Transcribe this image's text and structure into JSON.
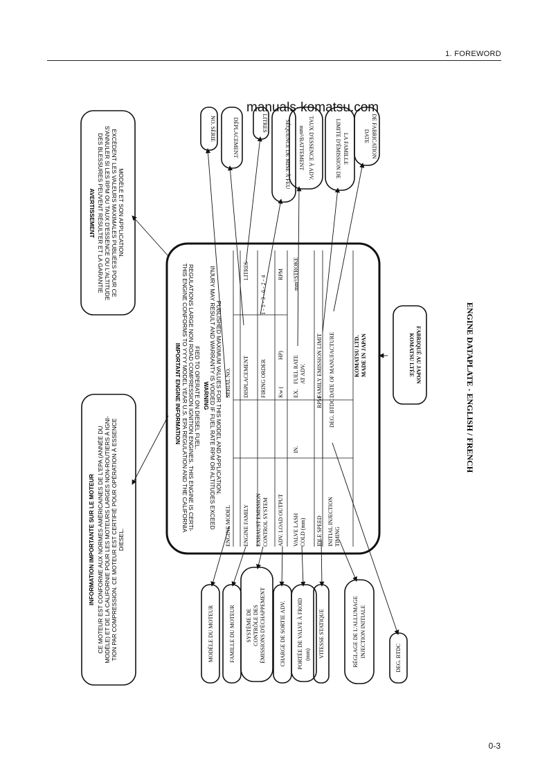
{
  "header": {
    "section": "1. FOREWORD"
  },
  "watermark": "manuals-komatsu.com",
  "page_number": "0-3",
  "figure_title": "ENGINE DATAPLATE - ENGLISH / FRENCH",
  "plate": {
    "title": "IMPORTANT ENGINE INFORMATION",
    "conformity": [
      "THIS ENGINE CONFORMS TO YYYY MODEL YEAR U.S. EPA REGULATION AND THE CALIFORNIA",
      "REGULATIONS LARGE NON ROAD COMPRESSION IGNITION ENGINES. THIS ENGINE IS CERTI-",
      "FIED TO OPERATE ON DIESEL FUEL."
    ],
    "warning_title": "WARNING",
    "warning": [
      "INJURY MAY RESULT AND WARRANTY IS VOIDED IF FUEL RATE RPM OR ALTITUDES EXCEED",
      "PUBLISHED MAXIMUM VALUES FOR THIS MODEL AND APPLICATION."
    ],
    "engine_model": "ENGINE MODEL",
    "serial_no": "SERIAL NO.",
    "engine_family": "ENGINE FAMILY",
    "displacement": "DISPLACEMENT",
    "litres": "LITRES",
    "exhaust_1": "EXHAUST EMISSION",
    "exhaust_2": "CONTROL SYSTEM",
    "firing_order": "FIRING ORDER",
    "firing_values": "1 - 5 - 3 - 6 - 2 - 4",
    "adv_load": "ADV. LOAD OUTPUT",
    "kw": "Kw  (",
    "hp": "HP)",
    "rpm": "RPM",
    "valve_lash_1": "VALVE LASH",
    "valve_lash_2": "COLD (mm)",
    "in": "IN.",
    "ex": "EX.",
    "fuel_rate_1": "FUEL RATE",
    "fuel_rate_2": "AT ADV.",
    "mm3": "mm³/STROKE",
    "idle_speed": "IDLE SPEED",
    "rpm2": "RPM",
    "family_limit": "FAMILY EMISSION LIMIT",
    "initial_inj_1": "INITIAL INJECTION",
    "initial_inj_2": "TIMING",
    "deg_btdc": "DEG. BTDC",
    "date_mfr": "DATE OF MANUFACTURE",
    "komatsu": "KOMATSU LTD.",
    "made_in": "MADE IN JAPAN"
  },
  "callouts": {
    "info_fr_title": "INFORMATION IMPORTANTE SUR LE MOTEUR",
    "info_fr": [
      "CE MOTEUR EST CONFORME AUX NORMES AMÉRICAINES DE L'EPA (ANNÉE DU",
      "MODÈLE) ET DE LA CALIFORNIE POUR LES MOTEURS LARGES NON-ROUTIERS À IGNI-",
      "TION PAR COMPRESSION.  CE MOTEUR EST CERTIFIÉ POUR OPÉRATION À ESSENCE",
      "DIESEL."
    ],
    "warn_fr_title": "AVERTISSEMENT",
    "warn_fr": [
      "DES BLESSURES PEUVENT RÉSULTER ET LA GARANTIE",
      "S'ANNULER SI LES RPM OU TAUX D'ESSENCE OU L'ALTITUDE",
      "EXCÈDENT LES VALEURS MAXIMALES PUBLIÉES POUR CE",
      "MODÈLE ET SON APPLICATION."
    ],
    "komatsu_fr_1": "KOMATSU LTÉE",
    "komatsu_fr_2": "FABRIQUÉ AU JAPON",
    "no_serie": "NO. SÉRIE",
    "deplacement": "DÉPLACEMENT",
    "litres": "LITRES",
    "sequence": "SÉQUENCE DE MISE À FEU",
    "taux_1": "mm³/BATTEMENT",
    "taux_2": "TAUX D'ESSENCE  À ADV.",
    "limite_1": "LIMITE D'ÉMISSION DE",
    "limite_2": "LA FAMILLE",
    "date_1": "DATE",
    "date_2": "DE FABRICATION",
    "modele": "MODÈLE DU MOTEUR",
    "famille": "FAMILLE DU MOTEUR",
    "systeme_1": "SYSTÈME DE",
    "systeme_2": "CONTRÔLE DES",
    "systeme_3": "ÉMISSIONS D'ÉCHAPPEMENT",
    "charge": "CHARGE DE SORTIE ADV.",
    "portee_1": "PORTÉE DE VALVE À FROID",
    "portee_2": "(mm)",
    "vitesse": "VITESSE STATIQUE",
    "reglage_1": "RÉGLAGE DE L'ALLUMAGE",
    "reglage_2": "INJECTION INITIALE",
    "deg_btdc": "DEG. BTDC"
  }
}
